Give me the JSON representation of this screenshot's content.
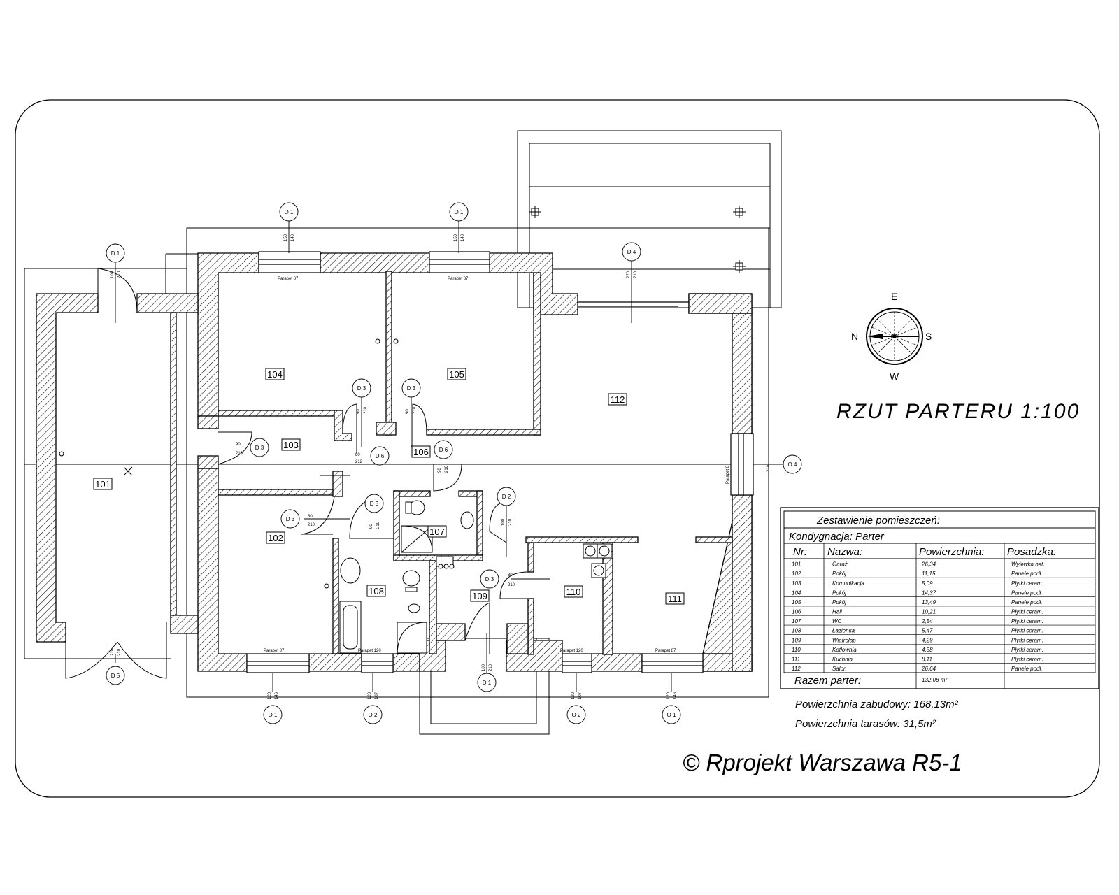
{
  "title": "RZUT PARTERU 1:100",
  "copyright": "© Rprojekt Warszawa  R5-1",
  "compass": {
    "north": "N",
    "south": "S",
    "east": "E",
    "west": "W"
  },
  "rooms": [
    "101",
    "102",
    "103",
    "104",
    "105",
    "106",
    "107",
    "108",
    "109",
    "110",
    "111",
    "112"
  ],
  "door_tags": {
    "d1": "D 1",
    "d2": "D 2",
    "d3": "D 3",
    "d4": "D 4",
    "d5": "D 5",
    "d6": "D 6"
  },
  "window_tags": {
    "o1": "O 1",
    "o2": "O 2",
    "o4": "O 4"
  },
  "window_notes": {
    "parapet87": "Parapet 87",
    "parapet120": "Parapet 120",
    "parapet0": "Parapet 0"
  },
  "dims": {
    "d150": "150",
    "d140": "140",
    "d100": "100",
    "d210": "210",
    "d90": "90",
    "d270": "270",
    "d150b": "150",
    "d80": "80",
    "d107": "107",
    "d146": "146",
    "d212": "212",
    "d120": "120"
  },
  "table": {
    "title": "Zestawienie pomieszczeń:",
    "kondygnacja": "Kondygnacja: Parter",
    "headers": [
      "Nr:",
      "Nazwa:",
      "Powierzchnia:",
      "Posadzka:"
    ],
    "rows": [
      [
        "101",
        "Garaż",
        "26,34",
        "Wylewka bet."
      ],
      [
        "102",
        "Pokój",
        "11,15",
        "Panele podł."
      ],
      [
        "103",
        "Komunikacja",
        "5,09",
        "Płytki ceram."
      ],
      [
        "104",
        "Pokój",
        "14,37",
        "Panele podł."
      ],
      [
        "105",
        "Pokój",
        "13,49",
        "Panele podł."
      ],
      [
        "106",
        "Hall",
        "10,21",
        "Płytki ceram."
      ],
      [
        "107",
        "WC",
        "2,54",
        "Płytki ceram."
      ],
      [
        "108",
        "Łazienka",
        "5,47",
        "Płytki ceram."
      ],
      [
        "109",
        "Wiatrołap",
        "4,29",
        "Płytki ceram."
      ],
      [
        "110",
        "Kotłownia",
        "4,38",
        "Płytki ceram."
      ],
      [
        "111",
        "Kuchnia",
        "8,11",
        "Płytki ceram."
      ],
      [
        "112",
        "Salon",
        "26,64",
        "Panele podł."
      ]
    ],
    "total_label": "Razem parter:",
    "total_value": "132,08 m²"
  },
  "summary": {
    "zabudowa": "Powierzchnia zabudowy: 168,13m²",
    "tarasy": "Powierzchnia tarasów: 31,5m²"
  }
}
